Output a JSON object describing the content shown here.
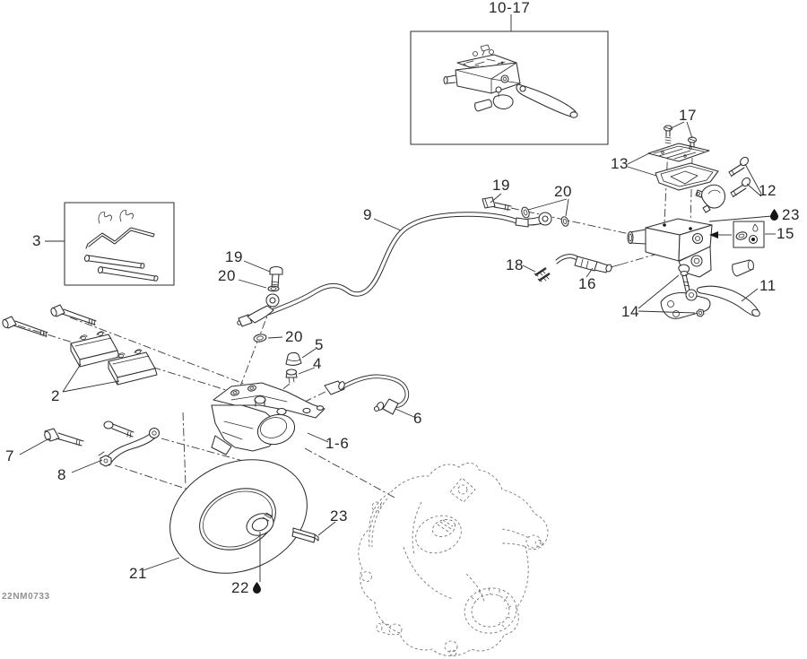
{
  "drawing": {
    "code": "22NM0733",
    "colors": {
      "line": "#2e2e2e",
      "label": "#272727",
      "code_text": "#8f8f8f",
      "background": "#ffffff",
      "ghost_line": "#707070"
    }
  },
  "callouts": {
    "inset": "10-17",
    "c17": "17",
    "c13": "13",
    "c12": "12",
    "c23_master": "23",
    "c15": "15",
    "c11": "11",
    "c14": "14",
    "c16": "16",
    "c18": "18",
    "c19_hose_right": "19",
    "c20_hose_right": "20",
    "c9": "9",
    "c19_hose_left": "19",
    "c20_hose_left": "20",
    "c20_caliper": "20",
    "c3": "3",
    "c2": "2",
    "c7": "7",
    "c8": "8",
    "c5": "5",
    "c4": "4",
    "c6": "6",
    "c1_6": "1-6",
    "c21": "21",
    "c23_key": "23",
    "c22": "22"
  },
  "icons": {
    "lubricant": "droplet-icon"
  }
}
